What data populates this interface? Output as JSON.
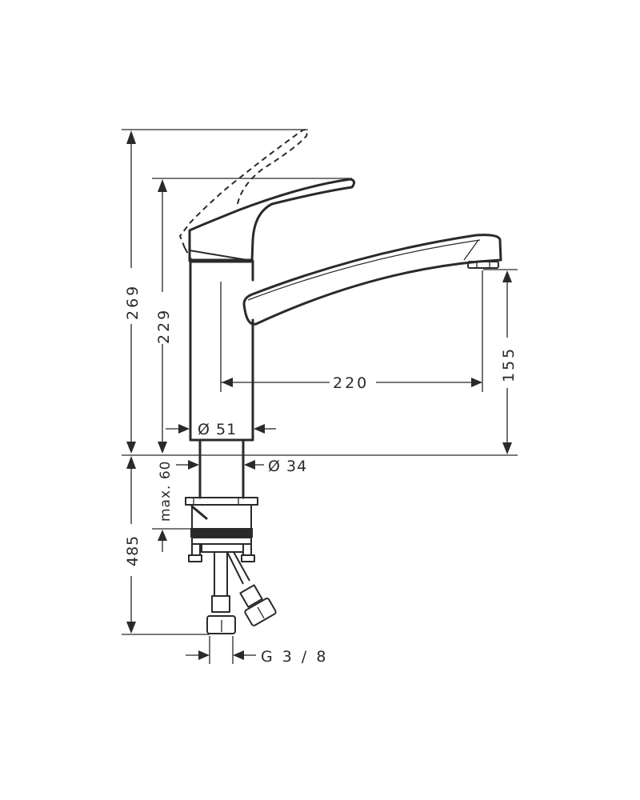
{
  "drawing": {
    "title": "Kitchen faucet dimension drawing",
    "line_color": "#2a2a2a",
    "background": "#ffffff"
  },
  "dimensions": {
    "total_height": "269",
    "handle_height": "229",
    "spout_reach": "220",
    "spout_outlet_height": "155",
    "body_diameter": "Ø 51",
    "shank_diameter": "Ø 34",
    "max_deck_thickness": "max. 60",
    "hose_length": "485",
    "connection_thread": "G 3 / 8"
  }
}
